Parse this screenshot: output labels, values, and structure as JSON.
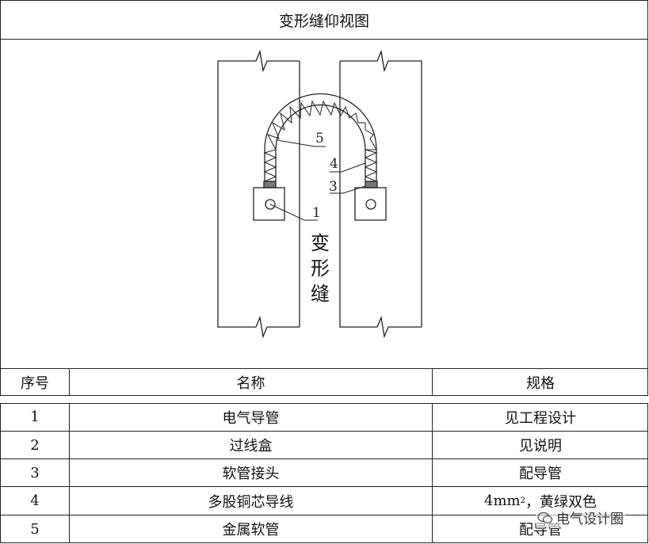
{
  "title": "变形缝仰视图",
  "diagram": {
    "joint_label": [
      "变",
      "形",
      "缝"
    ],
    "callouts": [
      "1",
      "3",
      "4",
      "5"
    ]
  },
  "table": {
    "headers": [
      "序号",
      "名称",
      "规格"
    ],
    "rows": [
      {
        "no": "1",
        "name": "电气导管",
        "spec": "见工程设计"
      },
      {
        "no": "2",
        "name": "过线盒",
        "spec": "见说明"
      },
      {
        "no": "3",
        "name": "软管接头",
        "spec": "配导管"
      },
      {
        "no": "4",
        "name": "多股铜芯导线",
        "spec_main": "4mm",
        "spec_sup": "2",
        "spec_rest": "，黄绿双色"
      },
      {
        "no": "5",
        "name": "金属软管",
        "spec": "配导管"
      }
    ]
  },
  "watermark": "电气设计圈"
}
